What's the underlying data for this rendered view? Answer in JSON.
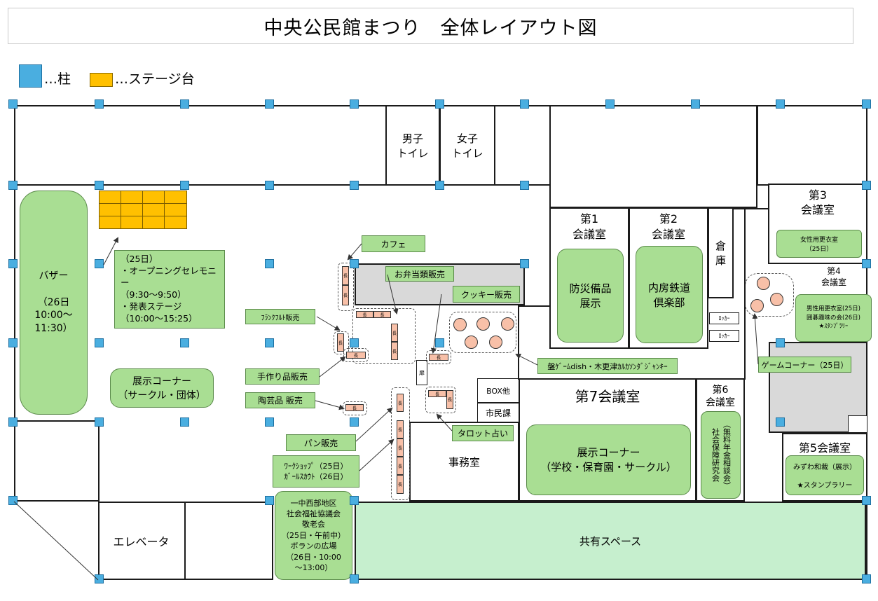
{
  "title": "中央公民館まつり　全体レイアウト図",
  "legend": {
    "pillar_label": "…柱",
    "stage_label": "…ステージ台"
  },
  "rooms": {
    "men_toilet": "男子\nトイレ",
    "women_toilet": "女子\nトイレ",
    "conf1": "第1\n会議室",
    "conf2": "第2\n会議室",
    "storage": "倉\n庫",
    "conf3": "第3\n会議室",
    "conf4": "第4\n会議室",
    "conf5": "第5会議室",
    "conf6": "第6\n会議室",
    "conf7": "第7会議室",
    "office": "事務室",
    "box": "BOX他",
    "citizen": "市民課",
    "elevator": "エレベータ",
    "shared_space": "共有スペース",
    "locker1": "ﾛｯｶｰ",
    "locker2": "ﾛｯｶｰ",
    "door": "扉"
  },
  "areas": {
    "bazaar": "バザー\n\n（26日\n10:00～\n11:30）",
    "exhibit_circle": "展示コーナー\n（サークル・団体）",
    "stage_info": "（25日）\n・オープニングセレモニー\n（9:30～9:50）\n・発表ステージ\n（10:00～15:25）",
    "bousai": "防災備品\n展示",
    "naibou": "内房鉄道\n倶楽部",
    "women_changing": "女性用更衣室\n（25日）",
    "men_changing": "男性用更衣室(25日)\n囲碁趣味の会(26日)\n★ｽﾀﾝﾌﾟﾗﾘｰ",
    "exhibit_school": "展示コーナー\n（学校・保育園・サークル）",
    "pension": "（無料年金相談会）\n社会保障研究会",
    "mizuwa": "みずわ和裁（展示）\n\n★スタンプラリー",
    "ichinaka": "一中西部地区\n社会福祉協議会\n敬老会\n（25日・午前中）\nボランの広場\n（26日・10:00\n～13:00）"
  },
  "labels": {
    "cafe": "カフェ",
    "bento": "お弁当類販売",
    "cookie": "クッキー販売",
    "frankfurt": "ﾌﾗﾝｸﾌﾙﾄ販売",
    "handmade": "手作り品販売",
    "pottery": "陶芸品 販売",
    "bread": "パン販売",
    "workshop": "ﾜｰｸｼｮｯﾌﾟ（25日）\nｶﾞｰﾙｽｶｳﾄ（26日）",
    "tarot": "タロット占い",
    "boardgame": "盤ｹﾞｰﾑdish・木更津ｶﾙｶｿﾝﾀﾞｼﾞｬﾝｷｰ",
    "gamecorner": "ゲームコーナー（25日）",
    "table": "長"
  },
  "colors": {
    "pillar": "#4aaee0",
    "stage": "#ffc000",
    "green_area": "#a9de93",
    "shared_space": "#c6efce",
    "table": "#f8c0a8",
    "gray_area": "#d9d9d9"
  }
}
